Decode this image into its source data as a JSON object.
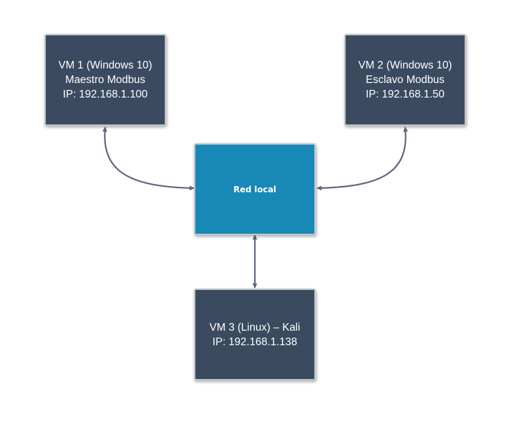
{
  "diagram": {
    "vm1": {
      "lines": [
        "VM 1 (Windows 10)",
        "Maestro Modbus",
        "IP: 192.168.1.100"
      ]
    },
    "vm2": {
      "lines": [
        "VM 2 (Windows 10)",
        "Esclavo Modbus",
        "IP: 192.168.1.50"
      ]
    },
    "network": {
      "label": "Red local"
    },
    "vm3": {
      "lines": [
        "VM 3 (Linux) – Kali",
        "IP: 192.168.1.138"
      ]
    },
    "connections": [
      {
        "from": "vm1",
        "to": "network",
        "bidirectional": true
      },
      {
        "from": "vm2",
        "to": "network",
        "bidirectional": true
      },
      {
        "from": "vm3",
        "to": "network",
        "bidirectional": true
      }
    ],
    "colors": {
      "vm_fill": "#3a4a5f",
      "network_fill": "#1888b7",
      "connector": "#5b6677",
      "border": "#c4c9cf"
    }
  }
}
